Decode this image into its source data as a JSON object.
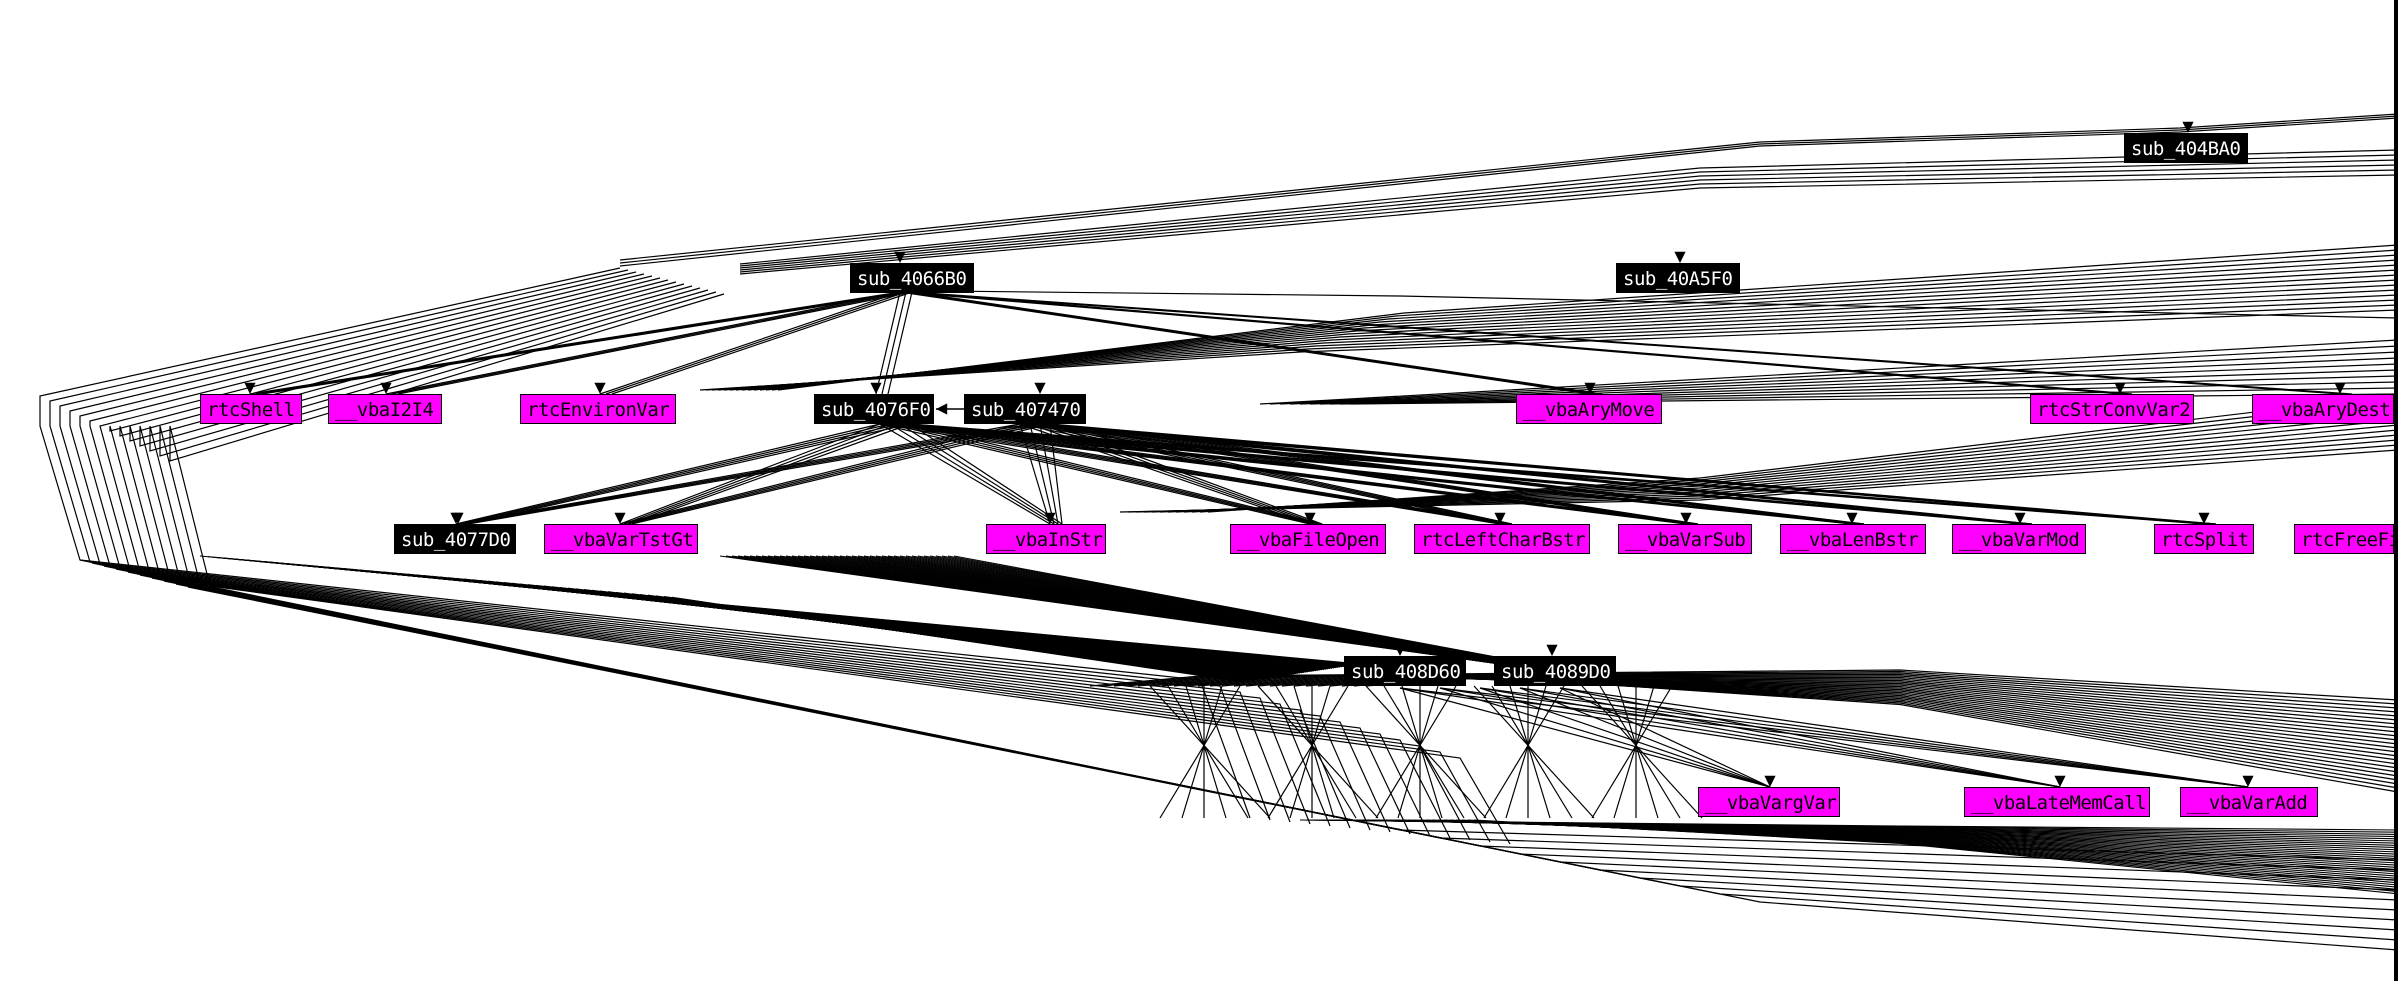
{
  "colors": {
    "background": "#ffffff",
    "edge": "#000000",
    "sub_node_fill": "#000000",
    "sub_node_text": "#ffffff",
    "api_node_fill": "#ff00ff",
    "api_node_text": "#000000"
  },
  "nodes": {
    "sub_404ba0": "sub_404BA0",
    "sub_4066b0": "sub_4066B0",
    "sub_40a5f0": "sub_40A5F0",
    "rtcshell": "rtcShell",
    "vbai2i4": "__vbaI2I4",
    "rtcenvironvar": "rtcEnvironVar",
    "sub_4076f0": "sub_4076F0",
    "sub_407470": "sub_407470",
    "vbaarymove": "__vbaAryMove",
    "rtcstrconvvar2": "rtcStrConvVar2",
    "vbaarydestruct": "__vbaAryDestruct",
    "sub_4077d0": "sub_4077D0",
    "vbavartstgt": "__vbaVarTstGt",
    "vbainstr": "__vbaInStr",
    "vbafileopen": "__vbaFileOpen",
    "rtcleftcharbstr": "rtcLeftCharBstr",
    "vbavarsub": "__vbaVarSub",
    "vbalenbstr": "__vbaLenBstr",
    "vbavarmod": "__vbaVarMod",
    "rtcsplit": "rtcSplit",
    "rtcfreefile": "rtcFreeFile",
    "sub_408d60": "sub_408D60",
    "sub_4089d0": "sub_4089D0",
    "vbavargvar": "__vbaVargVar",
    "vbalatememcall": "__vbaLateMemCall",
    "vbavaradd": "__vbaVarAdd"
  }
}
